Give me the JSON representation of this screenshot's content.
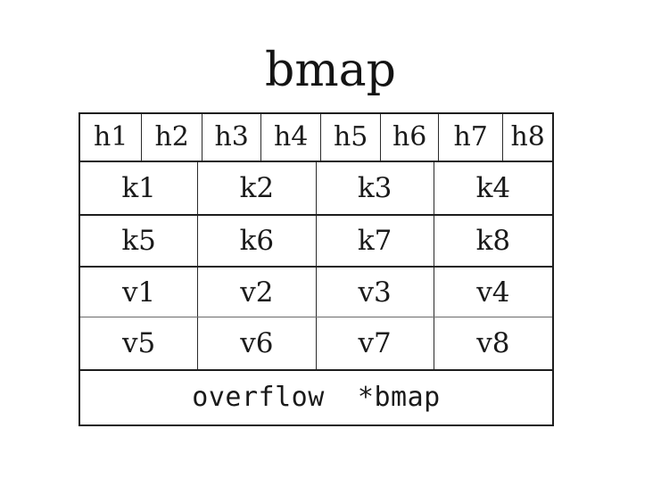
{
  "title": "bmap",
  "table": {
    "header_row": {
      "name": "tophash-row",
      "cells": [
        {
          "label": "h1"
        },
        {
          "label": "h2"
        },
        {
          "label": "h3"
        },
        {
          "label": "h4"
        },
        {
          "label": "h5"
        },
        {
          "label": "h6"
        },
        {
          "label": "h7"
        },
        {
          "label": "h8"
        }
      ]
    },
    "key_rows": [
      {
        "name": "keys-row-1",
        "cells": [
          {
            "label": "k1"
          },
          {
            "label": "k2"
          },
          {
            "label": "k3"
          },
          {
            "label": "k4"
          }
        ]
      },
      {
        "name": "keys-row-2",
        "cells": [
          {
            "label": "k5"
          },
          {
            "label": "k6"
          },
          {
            "label": "k7"
          },
          {
            "label": "k8"
          }
        ]
      }
    ],
    "value_rows": [
      {
        "name": "values-row-1",
        "cells": [
          {
            "label": "v1"
          },
          {
            "label": "v2"
          },
          {
            "label": "v3"
          },
          {
            "label": "v4"
          }
        ]
      },
      {
        "name": "values-row-2",
        "cells": [
          {
            "label": "v5"
          },
          {
            "label": "v6"
          },
          {
            "label": "v7"
          },
          {
            "label": "v8"
          }
        ]
      }
    ],
    "overflow_row": {
      "name": "overflow-row",
      "label": "overflow  *bmap"
    }
  },
  "colors": {
    "background": "#ffffff",
    "text": "#1a1a1a",
    "border_strong": "#1d1d1d",
    "border_hairline": "#2a2a2a",
    "border_light": "#6a6a6a"
  }
}
